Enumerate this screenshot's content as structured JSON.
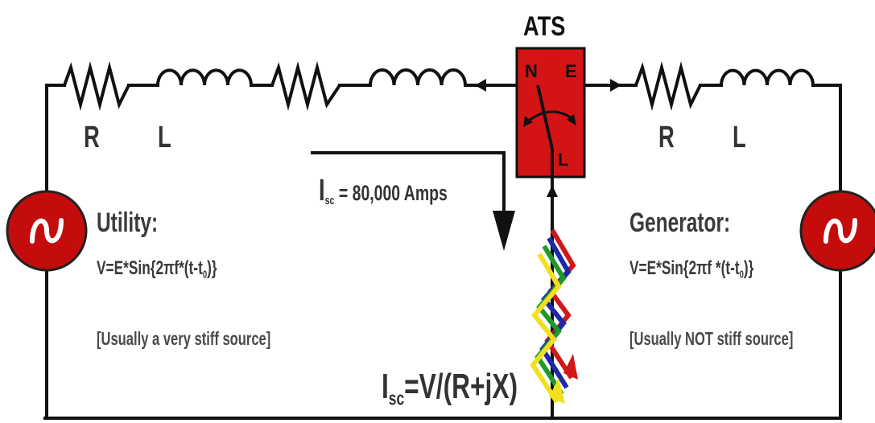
{
  "ats": {
    "title": "ATS",
    "normal": "N",
    "emergency": "E",
    "load": "L"
  },
  "utility": {
    "resistor": "R",
    "inductor": "L",
    "title": "Utility:",
    "formula_main": "V=E*Sin{2",
    "formula_pi": "π",
    "formula_rest": "f*(t-t",
    "formula_sub": "0",
    "formula_close": ")}",
    "note": "[Usually a very stiff source]"
  },
  "generator": {
    "resistor": "R",
    "inductor": "L",
    "title": "Generator:",
    "formula_main": "V=E*Sin{2",
    "formula_pi": "π",
    "formula_rest": "f *(t-t",
    "formula_sub": "0",
    "formula_close": ")}",
    "note": "[Usually NOT stiff source]"
  },
  "fault_current": {
    "symbol": "I",
    "subscript": "sc",
    "value": "= 80,000 Amps"
  },
  "fault_formula": {
    "symbol": "I",
    "subscript": "sc",
    "expression": "=V/(R+jX)"
  },
  "colors": {
    "wire": "#111111",
    "source_fill": "#c40c0c",
    "ats_fill": "#d41414",
    "fault_red": "#d01818",
    "fault_green": "#1e9a2a",
    "fault_blue": "#1a2aa8",
    "fault_yellow": "#f2e01e"
  }
}
